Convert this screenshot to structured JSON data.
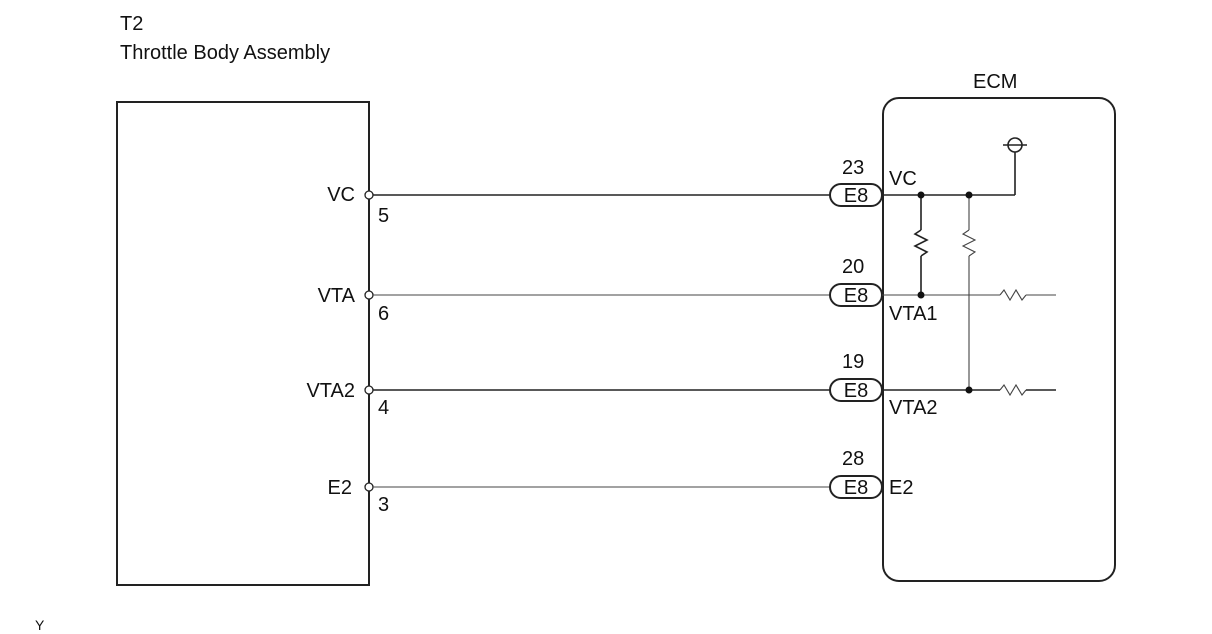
{
  "component": {
    "code": "T2",
    "name": "Throttle Body Assembly"
  },
  "ecm": {
    "title": "ECM"
  },
  "wires": [
    {
      "left_signal": "VC",
      "left_pin": "5",
      "connector": "E8",
      "ecm_pin": "23",
      "ecm_signal": "VC"
    },
    {
      "left_signal": "VTA",
      "left_pin": "6",
      "connector": "E8",
      "ecm_pin": "20",
      "ecm_signal": "VTA1"
    },
    {
      "left_signal": "VTA2",
      "left_pin": "4",
      "connector": "E8",
      "ecm_pin": "19",
      "ecm_signal": "VTA2"
    },
    {
      "left_signal": "E2",
      "left_pin": "3",
      "connector": "E8",
      "ecm_pin": "28",
      "ecm_signal": "E2"
    }
  ],
  "footer": {
    "mark": "Y"
  },
  "icons": {
    "ground_symbol": "terminal-circle-icon",
    "resistor_symbol": "resistor-icon",
    "junction": "junction-dot-icon"
  }
}
